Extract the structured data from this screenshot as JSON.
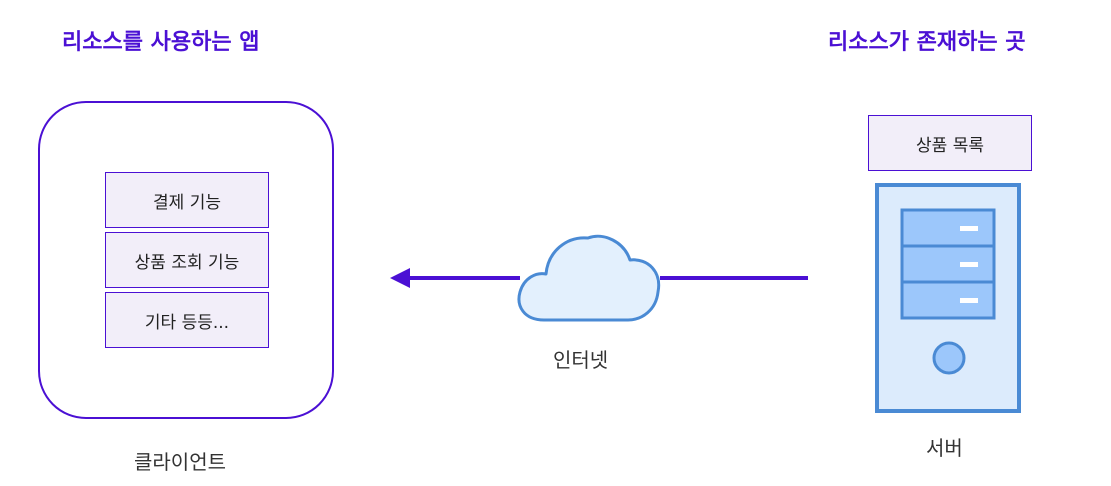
{
  "headings": {
    "client_side": "리소스를 사용하는 앱",
    "server_side": "리소스가 존재하는 곳"
  },
  "client": {
    "label": "클라이언트",
    "features": [
      "결제 기능",
      "상품 조회 기능",
      "기타 등등..."
    ]
  },
  "network": {
    "label": "인터넷"
  },
  "server": {
    "label": "서버",
    "resource": "상품 목록"
  },
  "colors": {
    "accent": "#4b10d4",
    "box_fill": "#f2eef9",
    "server_fill": "#dcebfc",
    "server_stroke": "#4a8ad4",
    "drive_fill": "#9cc7fb",
    "cloud_fill": "#e3f0fd"
  },
  "icons": [
    "arrow-left-icon",
    "cloud-icon",
    "server-tower-icon"
  ]
}
